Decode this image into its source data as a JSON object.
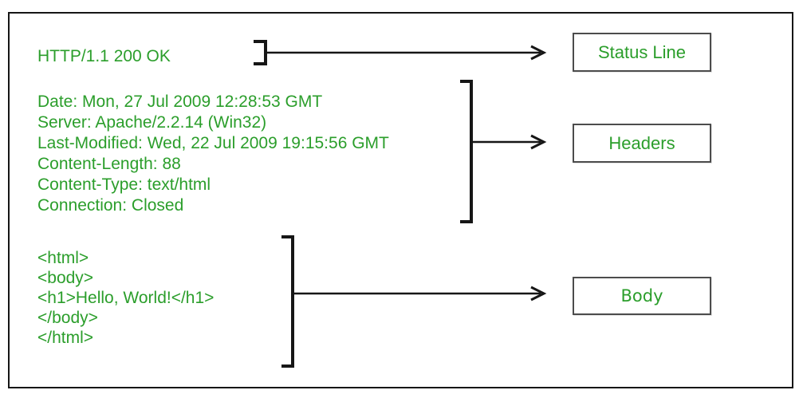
{
  "response": {
    "status_line": "HTTP/1.1 200 OK",
    "headers": [
      "Date: Mon, 27 Jul 2009 12:28:53 GMT",
      "Server: Apache/2.2.14 (Win32)",
      "Last-Modified: Wed, 22 Jul 2009 19:15:56 GMT",
      "Content-Length: 88",
      "Content-Type: text/html",
      "Connection: Closed"
    ],
    "body_lines": [
      "<html>",
      "<body>",
      "<h1>Hello, World!</h1>",
      "</body>",
      "</html>"
    ]
  },
  "annotations": {
    "status_label": "Status Line",
    "headers_label": "Headers",
    "body_label": "Body"
  },
  "colors": {
    "text_green": "#2b9e2b",
    "line": "#161616",
    "box_border": "#4c4c4c"
  }
}
